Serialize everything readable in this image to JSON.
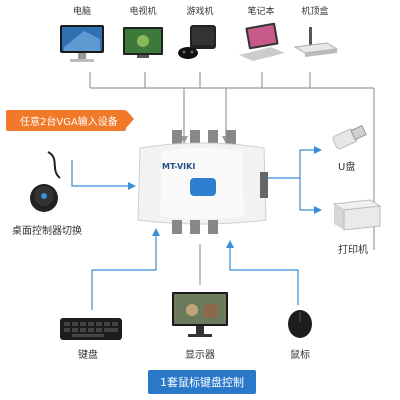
{
  "top_devices": [
    {
      "label": "电脑",
      "icon": "desktop-computer-icon"
    },
    {
      "label": "电视机",
      "icon": "television-icon"
    },
    {
      "label": "游戏机",
      "icon": "game-console-icon"
    },
    {
      "label": "笔记本",
      "icon": "laptop-icon"
    },
    {
      "label": "机顶盒",
      "icon": "set-top-box-icon"
    }
  ],
  "callout_top": "任意2台VGA输入设备",
  "switch_brand": "MT-VIKI",
  "left_device": {
    "label": "桌面控制器切换",
    "icon": "desktop-controller-icon"
  },
  "right_devices": [
    {
      "label": "U盘",
      "icon": "usb-drive-icon"
    },
    {
      "label": "打印机",
      "icon": "printer-icon"
    }
  ],
  "bottom_devices": [
    {
      "label": "键盘",
      "icon": "keyboard-icon"
    },
    {
      "label": "显示器",
      "icon": "monitor-icon"
    },
    {
      "label": "鼠标",
      "icon": "mouse-icon"
    }
  ],
  "bottom_banner": "1套鼠标键盘控制",
  "colors": {
    "accent_orange": "#f07a2a",
    "accent_blue": "#2a78c9",
    "line_gray": "#9a9a9a",
    "line_blue": "#3a8fd6"
  }
}
